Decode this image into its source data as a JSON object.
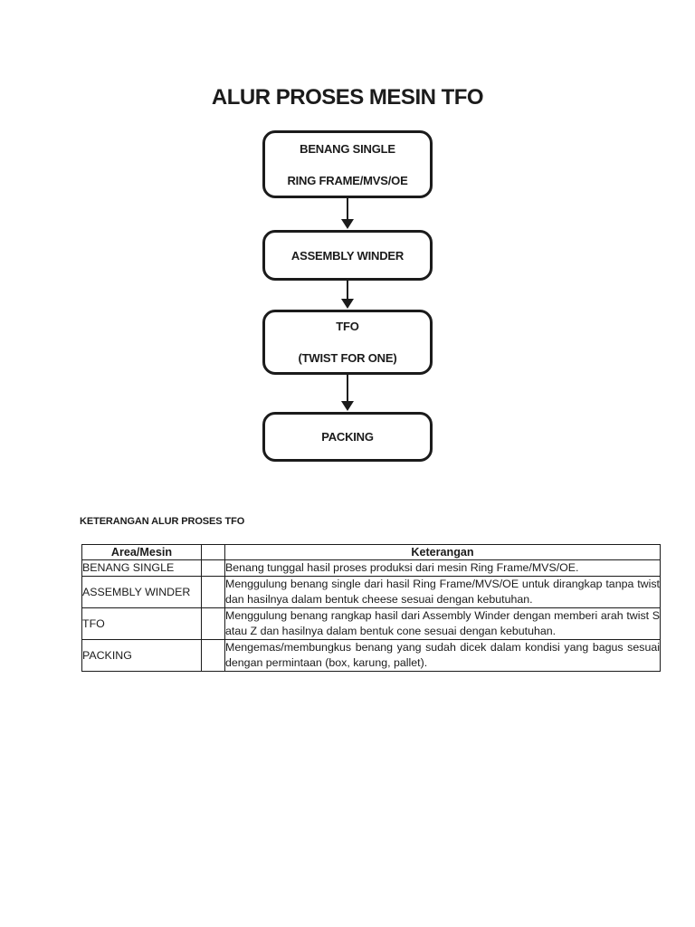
{
  "page": {
    "background": "#ffffff",
    "text_color": "#1b1b1b",
    "border_color": "#1b1b1b"
  },
  "title": "ALUR PROSES MESIN TFO",
  "flowchart": {
    "nodes": [
      {
        "lines": [
          "BENANG SINGLE",
          "RING FRAME/MVS/OE"
        ]
      },
      {
        "lines": [
          "ASSEMBLY WINDER"
        ]
      },
      {
        "lines": [
          "TFO",
          "(TWIST FOR ONE)"
        ]
      },
      {
        "lines": [
          "PACKING"
        ]
      }
    ],
    "connector": "arrow-down"
  },
  "table_section": {
    "heading": "KETERANGAN ALUR PROSES TFO",
    "table": {
      "headers": [
        "Area/Mesin",
        "",
        "Keterangan"
      ],
      "rows": [
        {
          "area": "BENANG SINGLE",
          "keterangan": "Benang tunggal hasil proses produksi dari mesin Ring Frame/MVS/OE."
        },
        {
          "area": "ASSEMBLY WINDER",
          "keterangan": "Menggulung benang single dari hasil Ring Frame/MVS/OE untuk dirangkap tanpa twist dan hasilnya dalam bentuk cheese sesuai dengan kebutuhan."
        },
        {
          "area": "TFO",
          "keterangan": "Menggulung benang rangkap hasil dari Assembly Winder dengan memberi arah twist S atau Z dan hasilnya dalam bentuk cone sesuai dengan kebutuhan."
        },
        {
          "area": "PACKING",
          "keterangan": "Mengemas/membungkus benang yang sudah dicek dalam kondisi yang bagus sesuai dengan permintaan (box, karung, pallet)."
        }
      ]
    }
  }
}
